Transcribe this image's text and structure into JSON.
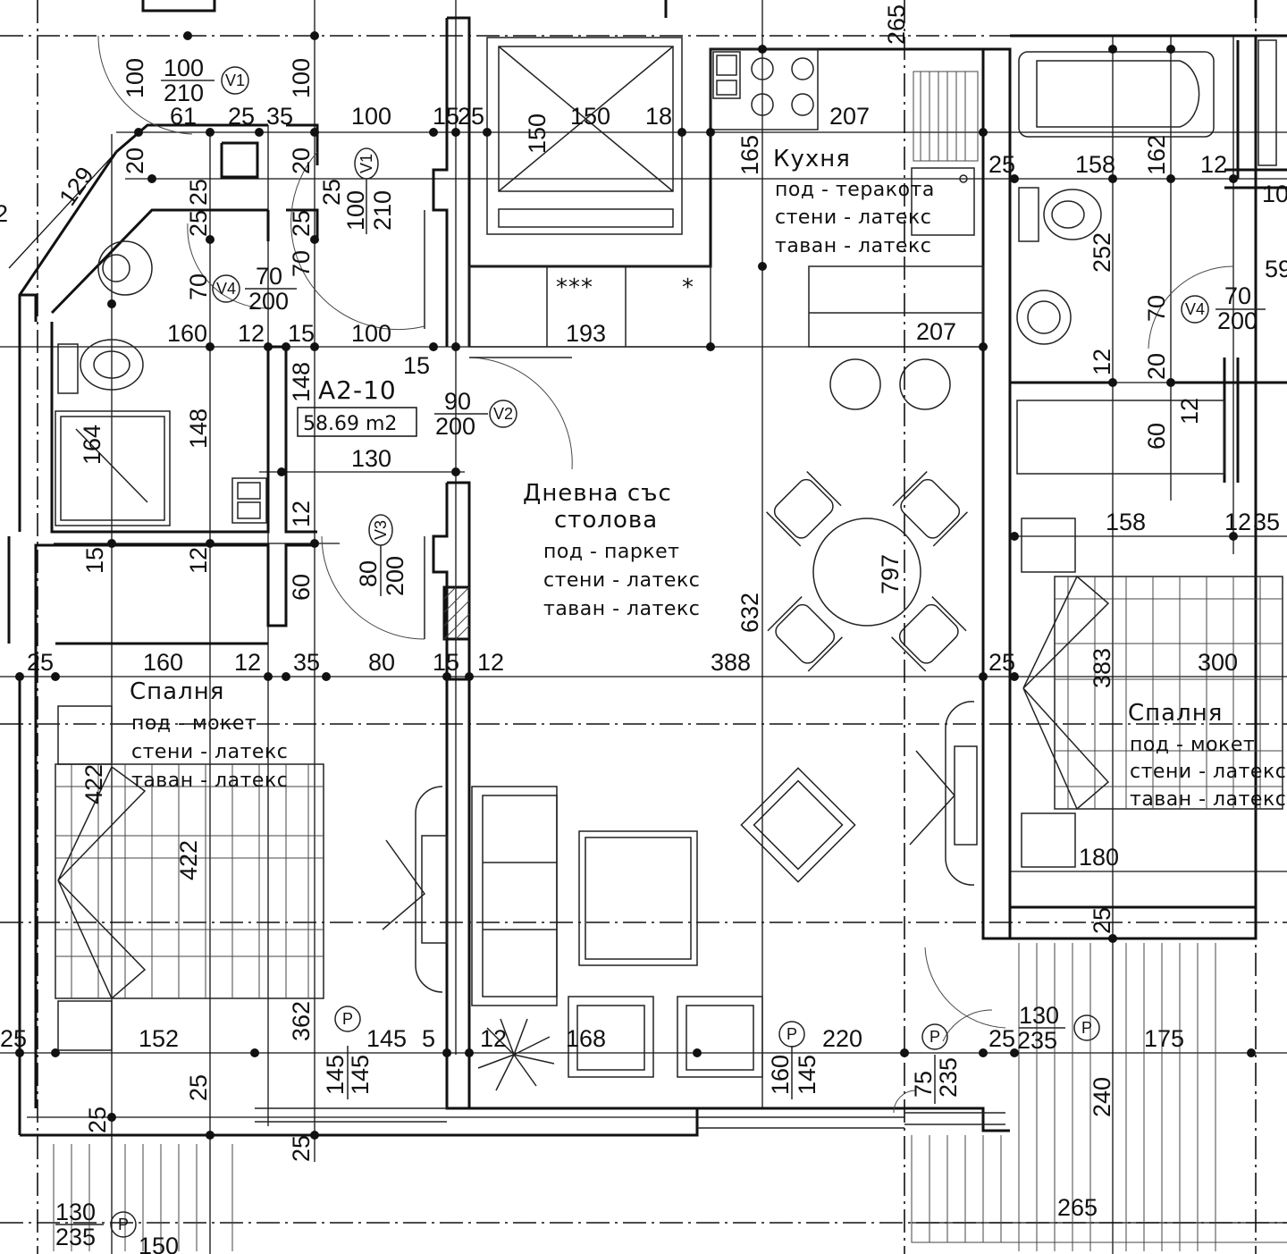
{
  "apartment": {
    "id": "A2-10",
    "area": "58.69 m2"
  },
  "rooms": {
    "kitchen": {
      "name": "Кухня",
      "floor": "под - теракота",
      "walls": "стени - латекс",
      "ceiling": "таван - латекс"
    },
    "living": {
      "name_line1": "Дневна със",
      "name_line2": "столова",
      "floor": "под - паркет",
      "walls": "стени - латекс",
      "ceiling": "таван - латекс"
    },
    "bedroom_left": {
      "name": "Спалня",
      "floor": "под - мокет",
      "walls": "стени - латекс",
      "ceiling": "таван - латекс"
    },
    "bedroom_right": {
      "name": "Спалня",
      "floor": "под - мокет",
      "walls": "стени - латекс",
      "ceiling": "таван - латекс"
    }
  },
  "kitchen_counter_marks": {
    "left": "***",
    "right": "*"
  },
  "doors": {
    "v1_top": {
      "width": "100",
      "height": "210",
      "mark": "V1"
    },
    "v1_mid": {
      "width": "100",
      "height": "210",
      "mark": "V1"
    },
    "v2": {
      "width": "90",
      "height": "200",
      "mark": "V2"
    },
    "v3": {
      "width": "80",
      "height": "200",
      "mark": "V3"
    },
    "v4_left": {
      "width": "70",
      "height": "200",
      "mark": "V4"
    },
    "v4_right": {
      "width": "70",
      "height": "200",
      "mark": "V4"
    }
  },
  "windows": {
    "p_left": {
      "width": "145",
      "height": "145",
      "mark": "P"
    },
    "p_center": {
      "width": "160",
      "height": "145",
      "mark": "P"
    },
    "p_right": {
      "width": "75",
      "height": "235",
      "mark": "P"
    },
    "p_far_right": {
      "width": "130",
      "height": "235",
      "mark": "P"
    },
    "p_bottom_left": {
      "width": "130",
      "height": "235",
      "mark": "P"
    }
  },
  "dims": {
    "row_top": [
      "61",
      "25",
      "35",
      "100",
      "15",
      "25",
      "150",
      "18",
      "207"
    ],
    "row_kitchen": [
      "160",
      "12",
      "15",
      "100",
      "15",
      "193",
      "207"
    ],
    "row_130": "130",
    "row_bed": [
      "25",
      "160",
      "12",
      "35",
      "80",
      "15",
      "12",
      "388",
      "25",
      "300"
    ],
    "row_bottom": [
      "25",
      "152",
      "145",
      "5",
      "12",
      "168",
      "220",
      "25",
      "175"
    ],
    "row_right_top": [
      "25",
      "158",
      "12",
      "10"
    ],
    "row_right_mid": [
      "158",
      "12",
      "35"
    ],
    "vertical": [
      "100",
      "100",
      "20",
      "20",
      "25",
      "25",
      "25",
      "25",
      "70",
      "70",
      "148",
      "148",
      "164",
      "12",
      "12",
      "15",
      "60",
      "60",
      "150",
      "165",
      "162",
      "252",
      "70",
      "12",
      "20",
      "12",
      "422",
      "422",
      "362",
      "25",
      "25",
      "25",
      "632",
      "797",
      "383",
      "240",
      "25",
      "265",
      "180",
      "129",
      "150"
    ],
    "misc": {
      "d129": "129",
      "d265": "265",
      "d180": "180",
      "d240": "240",
      "d150b": "150",
      "d2": "2",
      "d59": "59"
    }
  }
}
